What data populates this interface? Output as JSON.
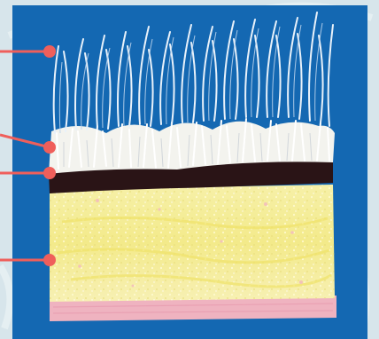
{
  "diagram": {
    "layers": [
      {
        "name": "guard-hairs",
        "color": "#ffffff"
      },
      {
        "name": "underfur",
        "color": "#f4f4f0"
      },
      {
        "name": "black-skin",
        "color": "#2a1416"
      },
      {
        "name": "blubber",
        "color": "#f3ec9a"
      },
      {
        "name": "muscle",
        "color": "#efb2bf"
      }
    ],
    "colors": {
      "panel": "#1468b2",
      "background": "#d9e6ec",
      "pointer": "#ef5f5b"
    },
    "pointers": 4
  }
}
